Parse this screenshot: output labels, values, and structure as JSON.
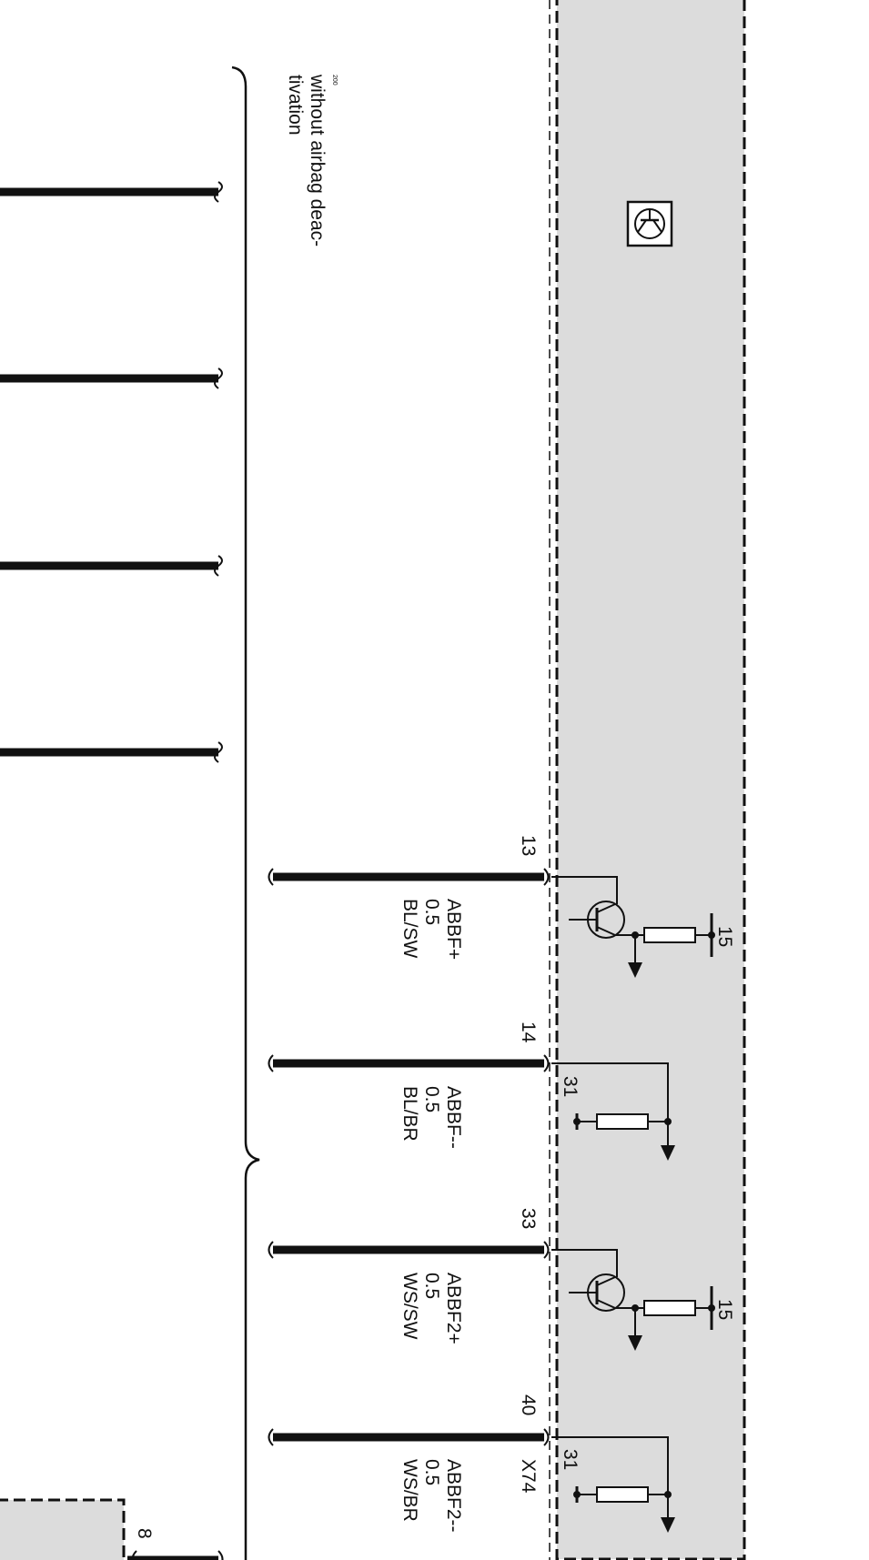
{
  "note": {
    "marker": "200",
    "line1": "without airbag deac-",
    "line2": "tivation"
  },
  "connector": {
    "label": "X74"
  },
  "wires": [
    {
      "pin": "13",
      "signal": "ABBF+",
      "size": "0.5",
      "color": "BL/SW"
    },
    {
      "pin": "14",
      "signal": "ABBF--",
      "size": "0.5",
      "color": "BL/BR"
    },
    {
      "pin": "33",
      "signal": "ABBF2+",
      "size": "0.5",
      "color": "WS/SW"
    },
    {
      "pin": "40",
      "signal": "ABBF2--",
      "size": "0.5",
      "color": "WS/BR"
    }
  ],
  "terminals": {
    "pos_15": "15",
    "gnd_31": "31",
    "lower_pin": "8"
  },
  "colors": {
    "module_fill": "#dcdcdc",
    "ink": "#111111"
  }
}
